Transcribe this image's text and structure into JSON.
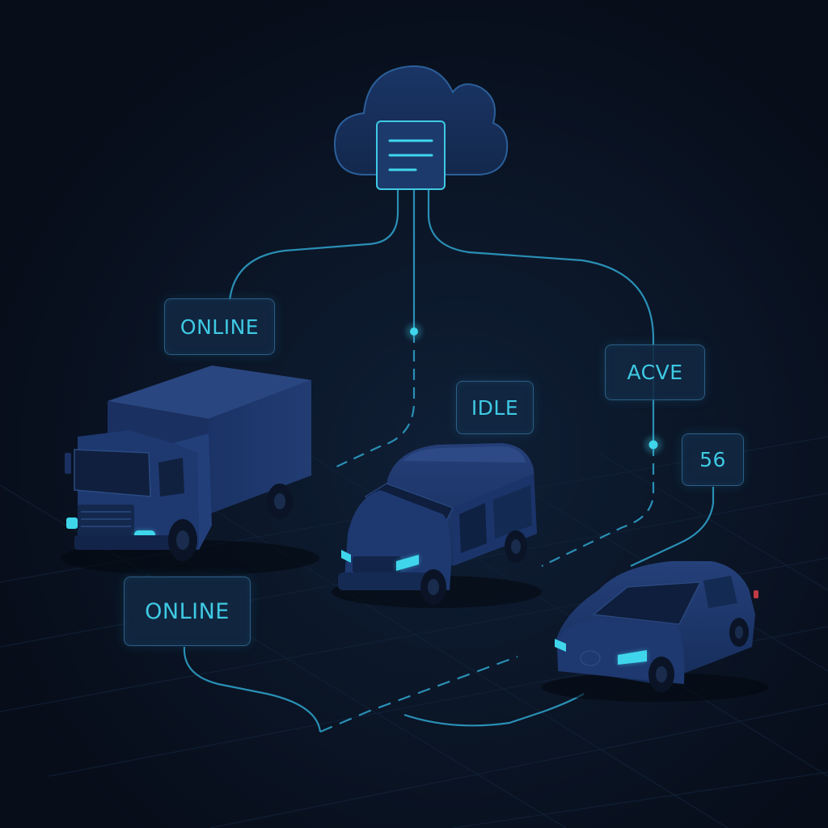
{
  "colors": {
    "background": "#080f1c",
    "connector": "#2a8fb5",
    "accent": "#3fc9e3",
    "vehicle_body": "#1c3566",
    "tag_fill": "#122842",
    "tag_border": "#2b5f86"
  },
  "hub": {
    "icon": "cloud-server-icon"
  },
  "vehicles": [
    {
      "kind": "box-truck",
      "icon": "truck-icon",
      "status_above": "ONLINE",
      "status_below": "ONLINE"
    },
    {
      "kind": "van",
      "icon": "van-icon",
      "status": "IDLE"
    },
    {
      "kind": "sedan",
      "icon": "car-icon",
      "status": "ACVE",
      "value": "56"
    }
  ]
}
